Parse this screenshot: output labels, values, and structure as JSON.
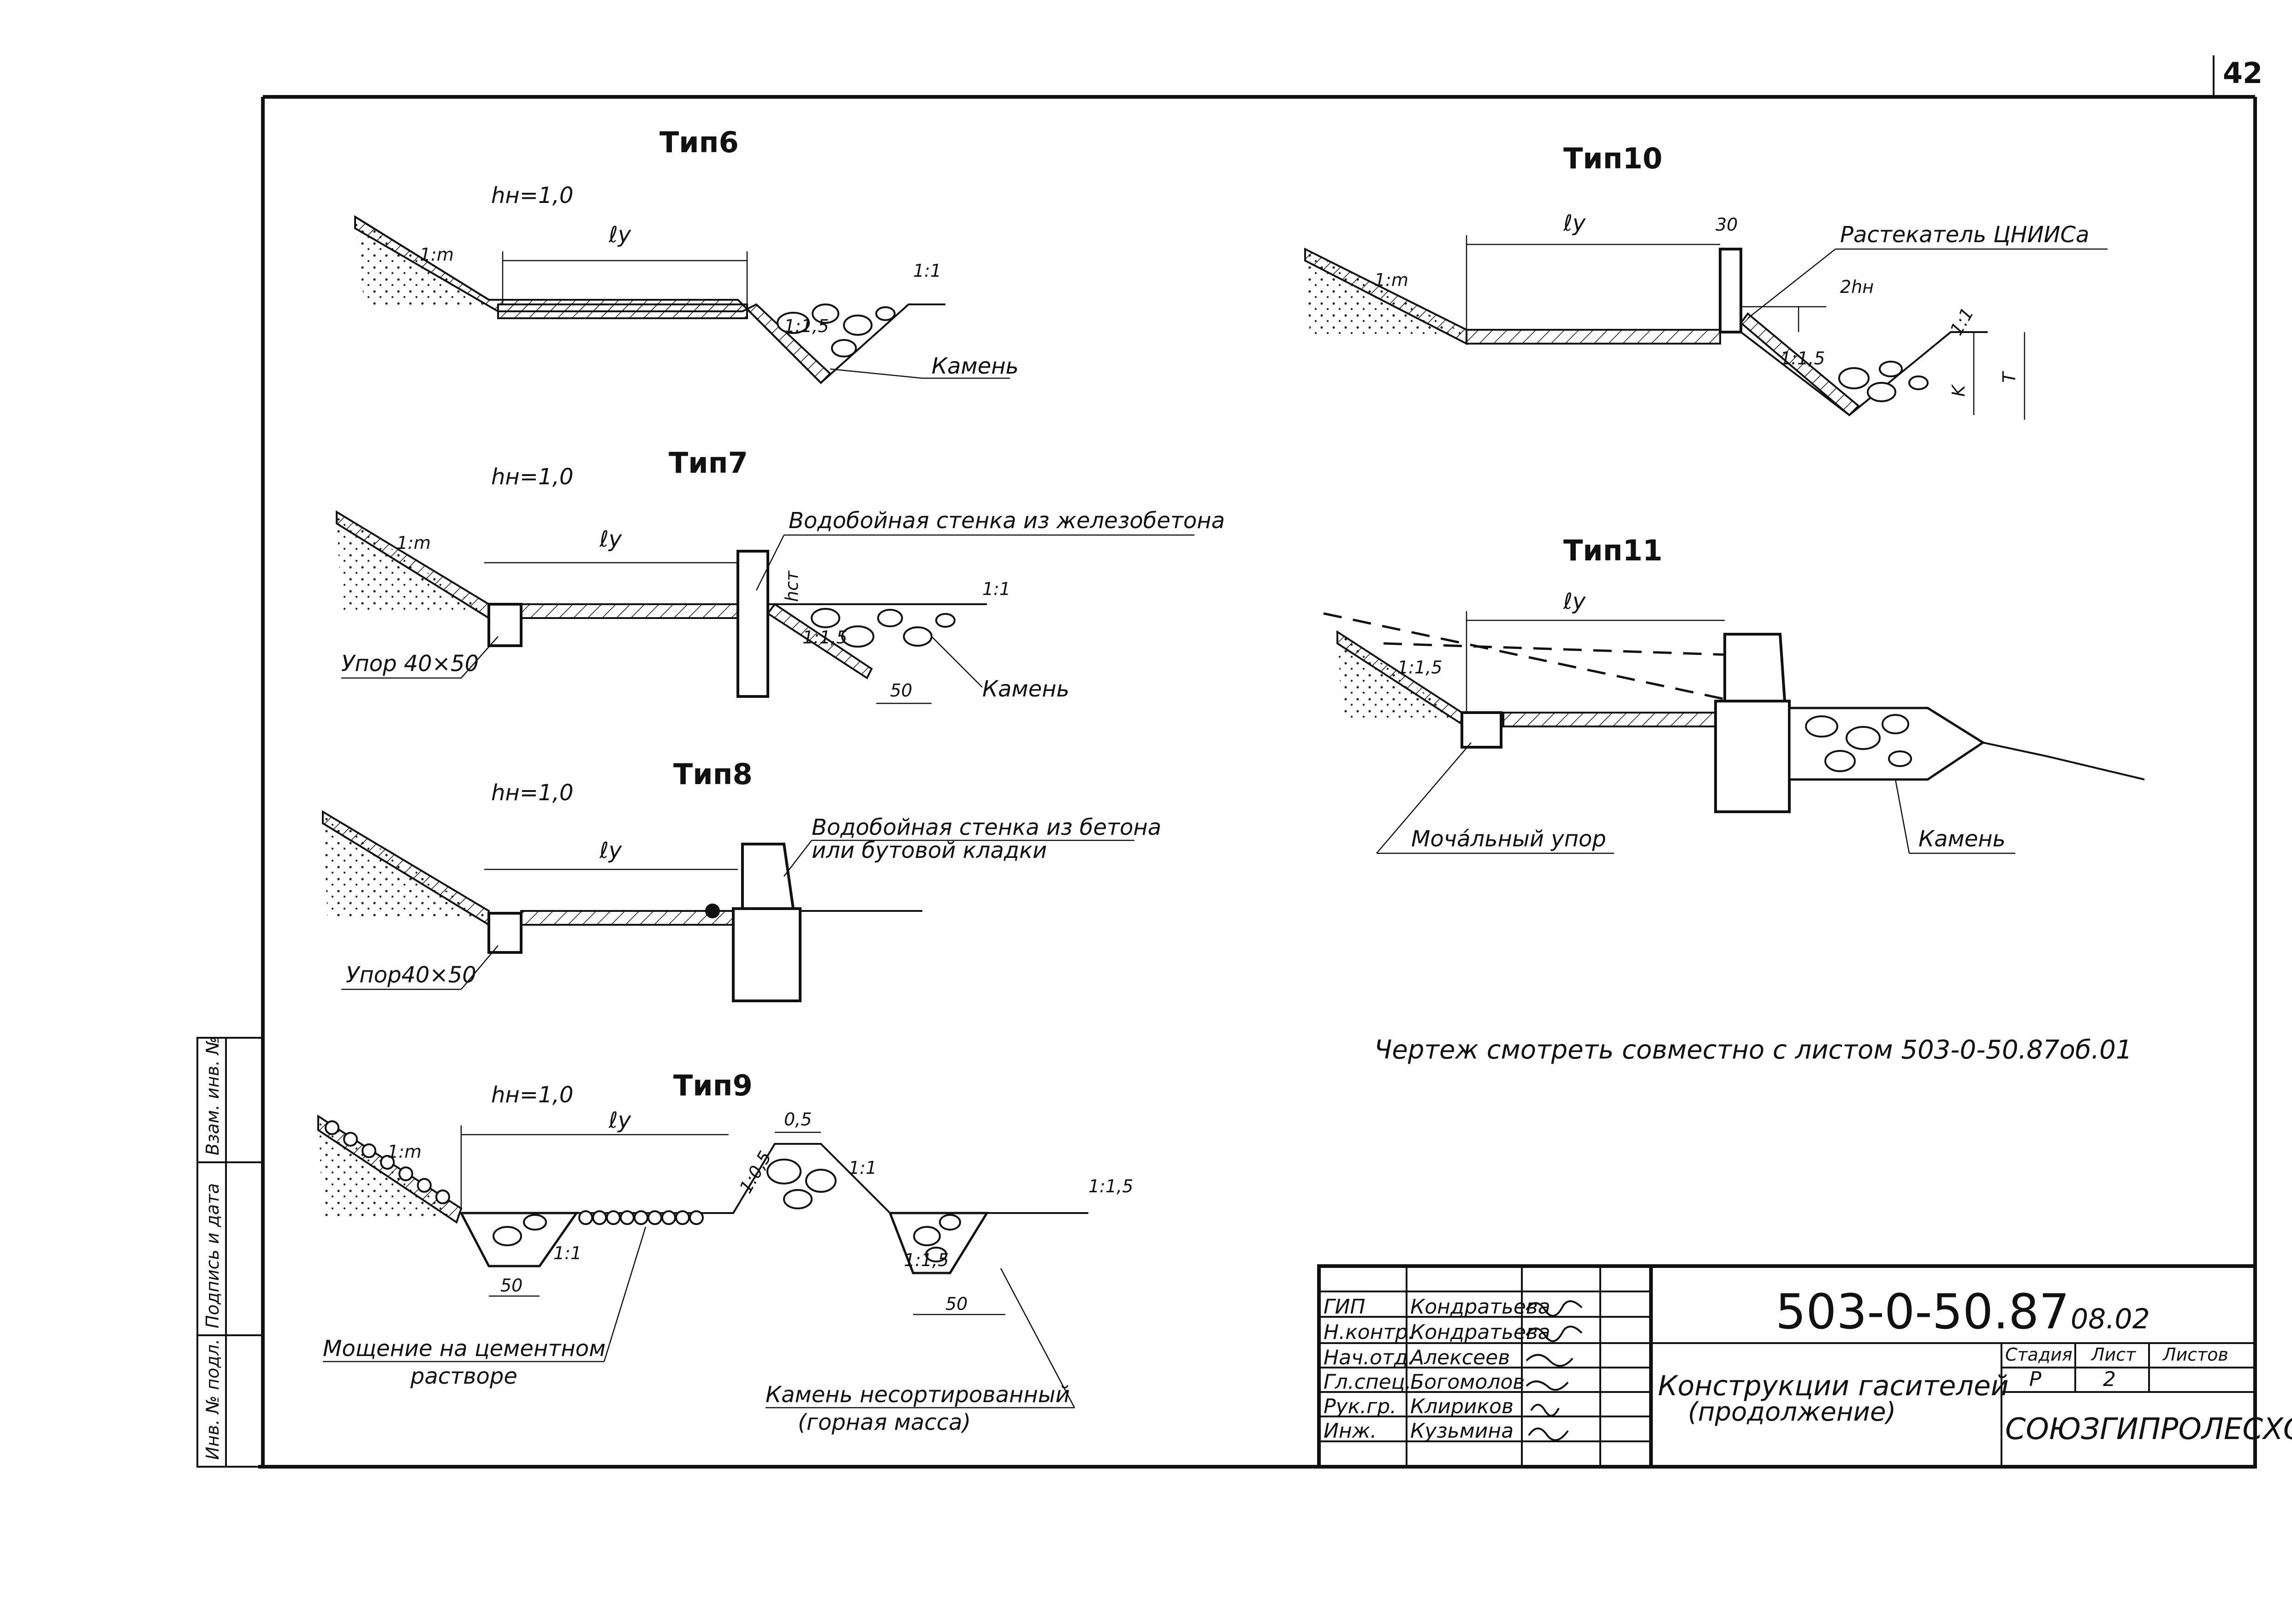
{
  "sheet": {
    "page_number": "42",
    "note": "Чертеж смотреть совместно с листом 503-0-50.87об.01"
  },
  "sections": {
    "type6": {
      "title": "Тип6",
      "hn": "hн=1,0",
      "ly": "ℓу",
      "slope_m": "1:m",
      "slope_15": "1:1,5",
      "slope_1": "1:1",
      "stone": "Камень"
    },
    "type7": {
      "title": "Тип7",
      "hn": "hн=1,0",
      "ly": "ℓу",
      "slope_m": "1:m",
      "slope_15": "1:1,5",
      "slope_1": "1:1",
      "wall": "Водобойная стенка из железобетона",
      "hst": "hст",
      "stop": "Упор 40×50",
      "dim50": "50",
      "stone": "Камень"
    },
    "type8": {
      "title": "Тип8",
      "hn": "hн=1,0",
      "ly": "ℓу",
      "wall_line1": "Водобойная стенка из бетона",
      "wall_line2": "или бутовой кладки",
      "stop": "Упор40×50"
    },
    "type9": {
      "title": "Тип9",
      "hn": "hн=1,0",
      "ly": "ℓу",
      "slope_m": "1:m",
      "slope_05": "1:0,5",
      "slope_1a": "1:1",
      "slope_1b": "1:1",
      "slope_15a": "1:1,5",
      "slope_15b": "1:1,5",
      "dim05": "0,5",
      "dim50a": "50",
      "dim50b": "50",
      "paving_line1": "Мощение на цементном",
      "paving_line2": "растворе",
      "stone_line1": "Камень несортированный",
      "stone_line2": "(горная масса)"
    },
    "type10": {
      "title": "Тип10",
      "ly": "ℓу",
      "dim30": "30",
      "spreader": "Растекатель ЦНИИСа",
      "two_hn": "2hн",
      "slope_m": "1:m",
      "slope_15": "1:1,5",
      "slope_1": "1:1",
      "K": "K",
      "T": "T"
    },
    "type11": {
      "title": "Тип11",
      "ly": "ℓу",
      "slope_15": "1:1,5",
      "stop": "Моча́льный упор",
      "stone": "Камень"
    }
  },
  "side_stamp": {
    "cells": [
      "Инв. № подл.",
      "Подпись и дата",
      "Взам. инв. №"
    ]
  },
  "title_block": {
    "doc_code": "503-0-50.87",
    "doc_suffix": "08.02",
    "title_line1": "Конструкции гасителей",
    "title_line2": "(продолжение)",
    "head_stage": "Стадия",
    "head_sheet": "Лист",
    "head_sheets": "Листов",
    "stage": "Р",
    "sheet_no": "2",
    "org": "СОЮЗГИПРОЛЕСХОЗ",
    "rows": [
      {
        "role": "ГИП",
        "name": "Кондратьева"
      },
      {
        "role": "Н.контр.",
        "name": "Кондратьева"
      },
      {
        "role": "Нач.отд.",
        "name": "Алексеев"
      },
      {
        "role": "Гл.спец.",
        "name": "Богомолов"
      },
      {
        "role": "Рук.гр.",
        "name": "Клириков"
      },
      {
        "role": "Инж.",
        "name": "Кузьмина"
      }
    ]
  }
}
